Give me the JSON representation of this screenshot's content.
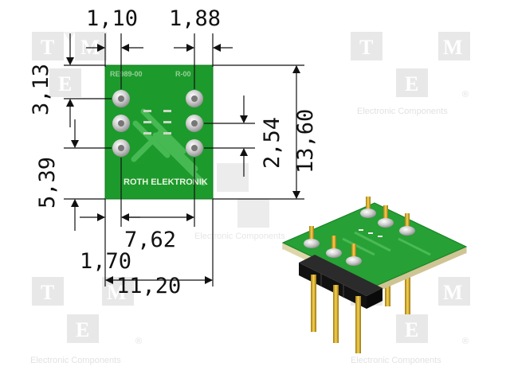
{
  "watermark": {
    "letters": [
      "T",
      "M",
      "E"
    ],
    "caption": "Electronic Components",
    "registered": "®"
  },
  "dimensions": {
    "top_left": "1,10",
    "top_right": "1,88",
    "left_upper": "3,13",
    "left_lower": "5,39",
    "right_inner": "2,54",
    "right_outer": "13,60",
    "bottom_pitch": "7,62",
    "bottom_offset": "1,70",
    "bottom_width": "11,20"
  },
  "board": {
    "silkscreen": "ROTH ELEKTRONIK",
    "part_code": "RE989-00",
    "part_code_right": "R-00"
  },
  "colors": {
    "pcb": "#1d9a2c",
    "pcb_dark": "#0f7a1c",
    "pad": "#c8c8c8",
    "pin": "#d4a514",
    "header": "#1a1a1a"
  }
}
